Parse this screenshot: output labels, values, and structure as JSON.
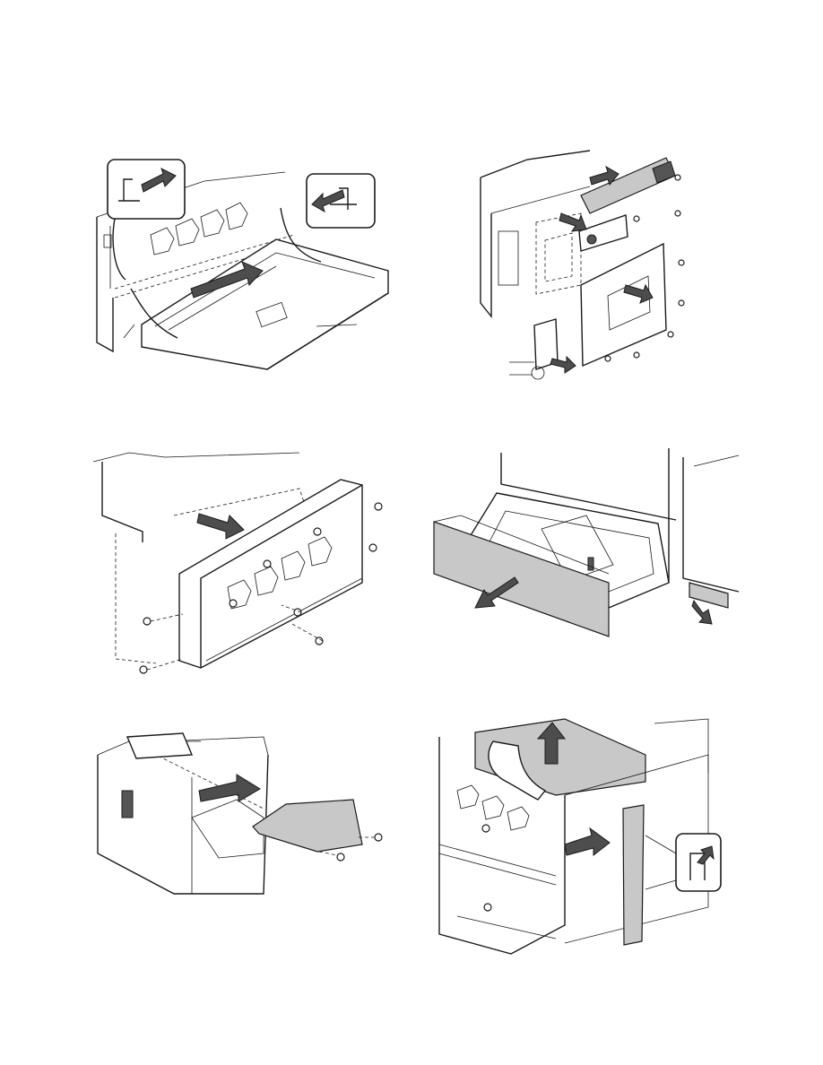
{
  "page": {
    "background": "#ffffff",
    "line_color": "#1a1a1a",
    "arrow_color": "#4d4d4d",
    "shade_color": "#c8c8c8"
  },
  "figures": [
    {
      "id": "fig-1",
      "icon": "front-cover-hinge-removal-illustration"
    },
    {
      "id": "fig-2",
      "icon": "rear-cabinet-panels-removal-illustration"
    },
    {
      "id": "fig-3",
      "icon": "front-inner-cabinet-screws-illustration"
    },
    {
      "id": "fig-4",
      "icon": "paper-tray-pull-out-illustration"
    },
    {
      "id": "fig-5",
      "icon": "exit-tray-cover-removal-illustration"
    },
    {
      "id": "fig-6",
      "icon": "lift-top-unit-side-cover-illustration"
    }
  ]
}
